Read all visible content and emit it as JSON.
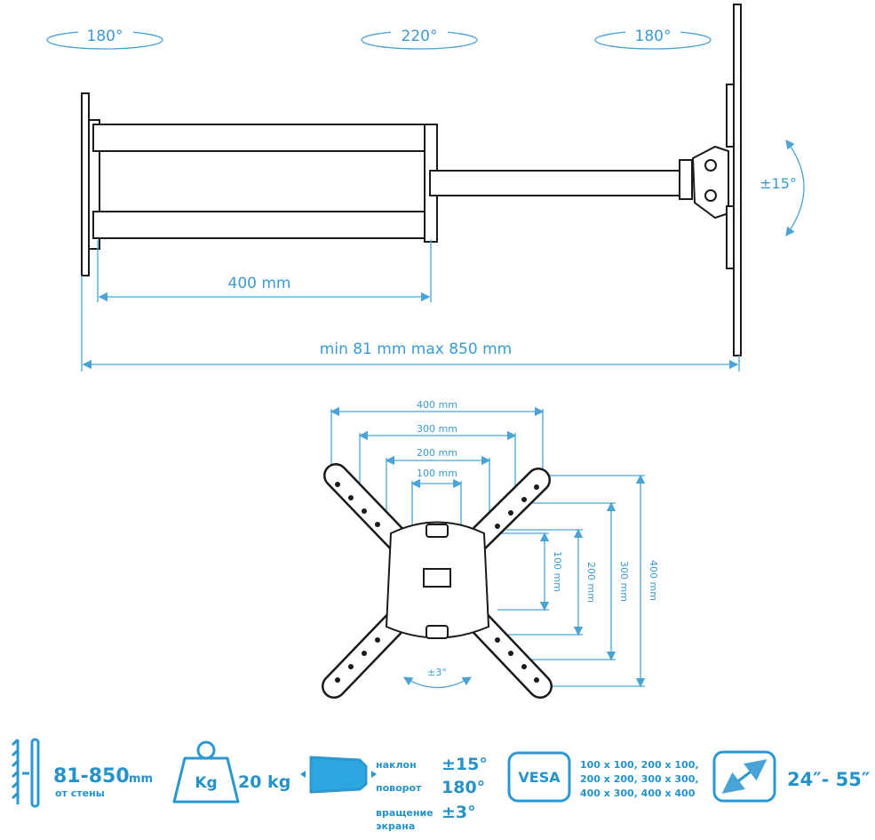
{
  "side_view": {
    "rotation_labels": [
      "180°",
      "220°",
      "180°"
    ],
    "tilt_label": "±15°",
    "arm_length": "400 mm",
    "extension": "min 81 mm max 850 mm"
  },
  "front_view": {
    "horizontal_dims": [
      "400 mm",
      "300 mm",
      "200 mm",
      "100 mm"
    ],
    "vertical_dims": [
      "100 mm",
      "200 mm",
      "300 mm",
      "400 mm"
    ],
    "rotation_label": "±3°"
  },
  "specs": {
    "distance_value": "81-850",
    "distance_unit": "mm",
    "distance_caption": "от стены",
    "weight_icon_label": "Kg",
    "weight_value": "20 kg",
    "tilt_label": "наклон",
    "tilt_value": "±15°",
    "swivel_label": "поворот",
    "swivel_value": "180°",
    "rotation_label_1": "вращение",
    "rotation_label_2": "экрана",
    "rotation_value": "±3°",
    "vesa_icon_label": "VESA",
    "vesa_line_1": "100 x 100, 200 x 100,",
    "vesa_line_2": "200 x 200, 300 x 300,",
    "vesa_line_3": "400 x 300, 400 x 400",
    "screen_size": "24″- 55″"
  },
  "colors": {
    "accent": "#2b98cf",
    "dimension": "#4aa3d6"
  }
}
